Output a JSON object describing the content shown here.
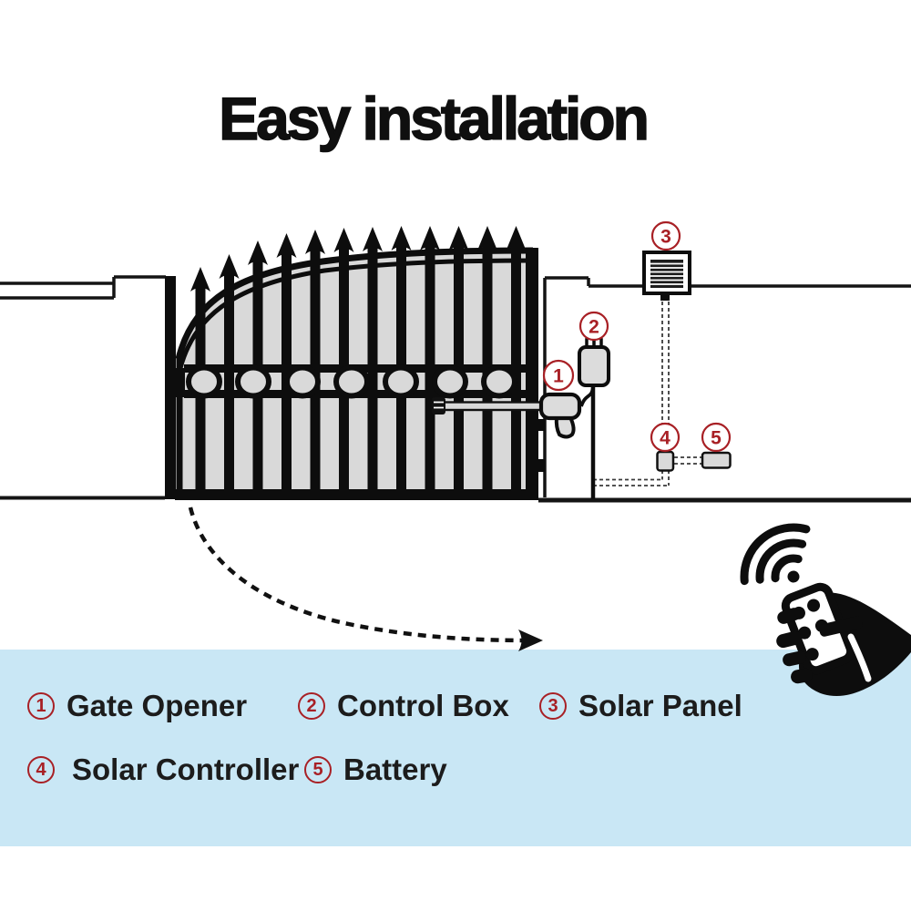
{
  "title": "Easy installation",
  "diagram": {
    "callouts": [
      {
        "number": "1"
      },
      {
        "number": "2"
      },
      {
        "number": "3"
      },
      {
        "number": "4"
      },
      {
        "number": "5"
      }
    ]
  },
  "legend": {
    "items": [
      {
        "number": "1",
        "label": "Gate Opener"
      },
      {
        "number": "2",
        "label": "Control Box"
      },
      {
        "number": "3",
        "label": "Solar Panel"
      },
      {
        "number": "4",
        "label": "Solar Controller"
      },
      {
        "number": "5",
        "label": "Battery"
      }
    ]
  },
  "colors": {
    "accent_red": "#a82025",
    "legend_bg": "#c9e7f5",
    "gate_gray": "#d9d9d9",
    "device_gray": "#dcdcdc",
    "ink": "#111111"
  }
}
